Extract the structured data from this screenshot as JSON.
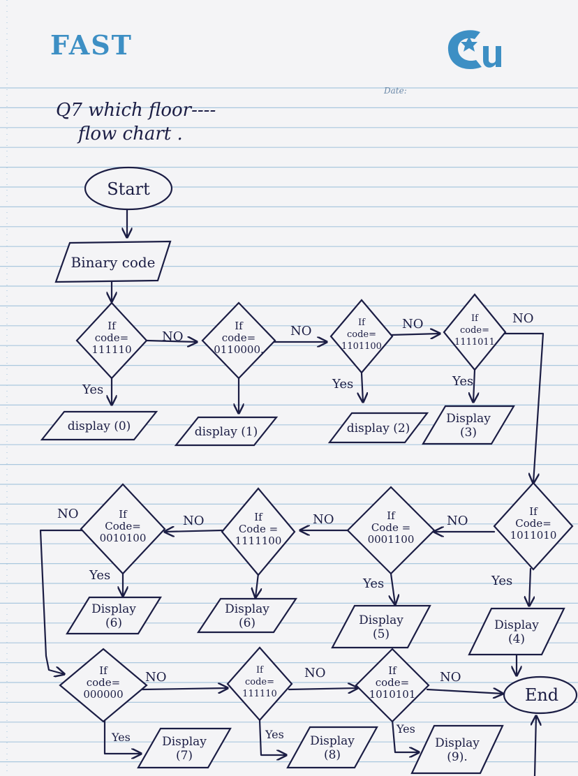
{
  "header": {
    "brand_left": "FAST",
    "date_label": "Date:"
  },
  "heading": {
    "line1": "Q7 which floor----",
    "line2": "flow chart ."
  },
  "flow": {
    "start": "Start",
    "input": "Binary code",
    "end": "End",
    "yes": "Yes",
    "no": "NO",
    "decision_if": "If",
    "decisions": [
      {
        "label": "code=",
        "value": "111110"
      },
      {
        "label": "code=",
        "value": "0110000."
      },
      {
        "label": "code=",
        "value": "1101100"
      },
      {
        "label": "code=",
        "value": "1111011"
      },
      {
        "label": "Code=",
        "value": "1011010"
      },
      {
        "label": "Code =",
        "value": "0001100"
      },
      {
        "label": "Code =",
        "value": "1111100"
      },
      {
        "label": "Code=",
        "value": "0010100"
      },
      {
        "label": "code=",
        "value": "000000"
      },
      {
        "label": "code=",
        "value": "111110"
      },
      {
        "label": "code=",
        "value": "1010101"
      }
    ],
    "outputs": [
      {
        "line1": "display (0)",
        "line2": ""
      },
      {
        "line1": "display (1)",
        "line2": ""
      },
      {
        "line1": "display (2)",
        "line2": ""
      },
      {
        "line1": "Display",
        "line2": "(3)"
      },
      {
        "line1": "Display",
        "line2": "(4)"
      },
      {
        "line1": "Display",
        "line2": "(5)"
      },
      {
        "line1": "Display",
        "line2": "(6)"
      },
      {
        "line1": "Display",
        "line2": "(6)"
      },
      {
        "line1": "Display",
        "line2": "(7)"
      },
      {
        "line1": "Display",
        "line2": "(8)"
      },
      {
        "line1": "Display",
        "line2": "(9)."
      }
    ]
  },
  "colors": {
    "ink": "#1b1d44",
    "brand": "#3d8fc4",
    "rule_line": "#a9c7de",
    "paper": "#f4f4f6"
  }
}
